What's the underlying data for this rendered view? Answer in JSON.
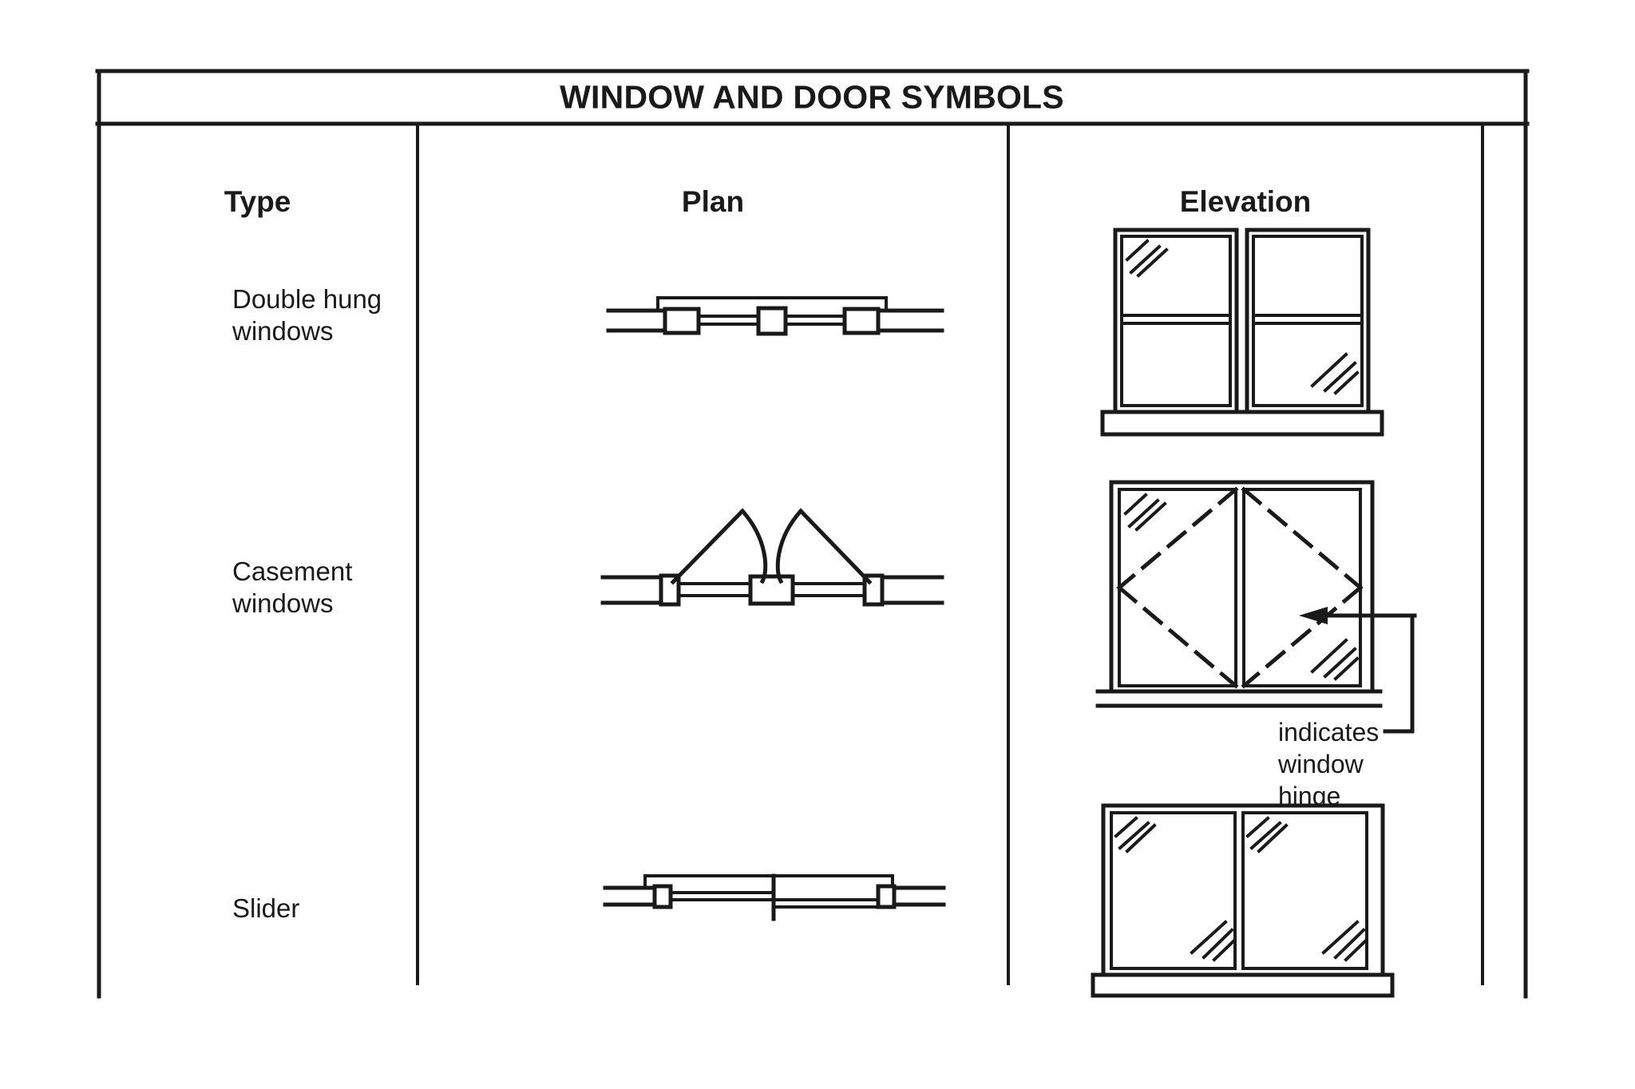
{
  "sheet": {
    "title": "WINDOW AND DOOR SYMBOLS",
    "line_color": "#1a1a1a",
    "background": "#ffffff"
  },
  "table": {
    "columns": [
      {
        "key": "type",
        "label": "Type"
      },
      {
        "key": "plan",
        "label": "Plan"
      },
      {
        "key": "elevation",
        "label": "Elevation"
      },
      {
        "key": "spare",
        "label": ""
      }
    ],
    "rows": [
      {
        "label_line1": "Double hung",
        "label_line2": "windows",
        "plan_symbol": "double-hung-plan-symbol",
        "elevation_symbol": "double-hung-elevation-symbol"
      },
      {
        "label_line1": "Casement",
        "label_line2": "windows",
        "plan_symbol": "casement-plan-symbol",
        "elevation_symbol": "casement-elevation-symbol"
      },
      {
        "label_line1": "Slider",
        "label_line2": "",
        "plan_symbol": "slider-plan-symbol",
        "elevation_symbol": "slider-elevation-symbol"
      }
    ]
  },
  "annotations": {
    "hinge_note_line1": "indicates",
    "hinge_note_line2": "window",
    "hinge_note_line3": "hinge"
  }
}
